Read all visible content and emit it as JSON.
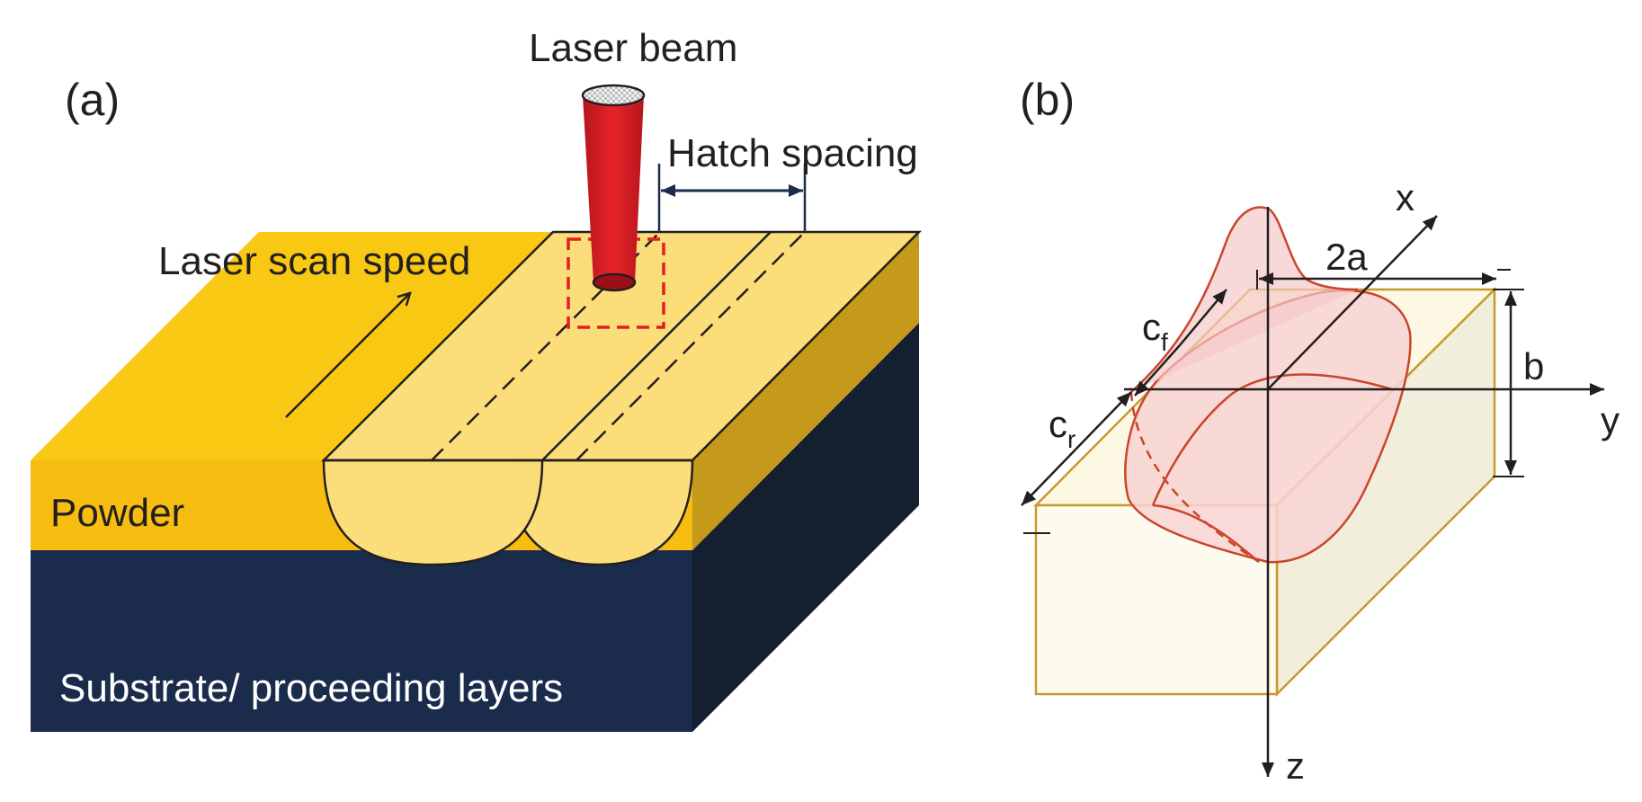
{
  "panel_a": {
    "tag": "(a)",
    "laser_beam": "Laser beam",
    "hatch_spacing": "Hatch spacing",
    "laser_scan_speed": "Laser scan speed",
    "powder": "Powder",
    "substrate": "Substrate/ proceeding layers"
  },
  "panel_b": {
    "tag": "(b)",
    "x_axis": "x",
    "y_axis": "y",
    "z_axis": "z",
    "width_label": "2a",
    "depth_label": "b",
    "front_label": "c",
    "front_sub": "f",
    "rear_label": "c",
    "rear_sub": "r"
  },
  "colors": {
    "powder": "#f7bd10",
    "powder_top": "#f9c813",
    "powder_side": "#c5991a",
    "melt_track": "#fbdd7a",
    "substrate": "#1a2b4c",
    "substrate_side": "#141f30",
    "laser": "#e31e24",
    "heat_source": "#f8d4d4",
    "heat_edge": "#c9452c",
    "block_face": "#fdfaec",
    "block_edge": "#c69a2c"
  }
}
